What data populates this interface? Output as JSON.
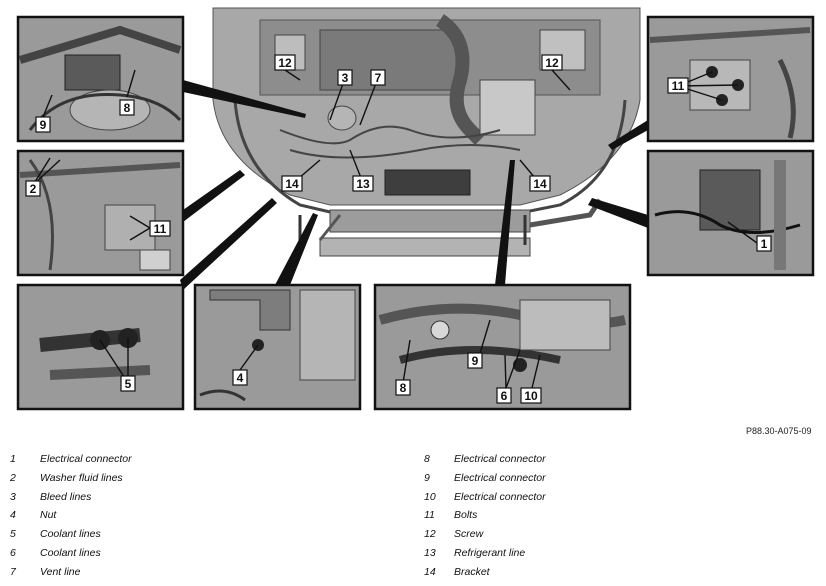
{
  "figure_ref": "P88.30-A075-09",
  "callouts": {
    "panel_tl": [
      "9",
      "8"
    ],
    "main": [
      "12",
      "3",
      "7",
      "12",
      "14",
      "13",
      "14"
    ],
    "panel_tr": [
      "11"
    ],
    "panel_ml": [
      "2",
      "11"
    ],
    "panel_mr": [
      "1"
    ],
    "panel_bl": [
      "5"
    ],
    "panel_bm": [
      "4"
    ],
    "panel_br": [
      "8",
      "9",
      "6",
      "10"
    ]
  },
  "legend": [
    {
      "num": "1",
      "label": "Electrical connector"
    },
    {
      "num": "2",
      "label": "Washer fluid lines"
    },
    {
      "num": "3",
      "label": "Bleed lines"
    },
    {
      "num": "4",
      "label": "Nut"
    },
    {
      "num": "5",
      "label": "Coolant lines"
    },
    {
      "num": "6",
      "label": "Coolant lines"
    },
    {
      "num": "7",
      "label": "Vent line"
    },
    {
      "num": "8",
      "label": "Electrical connector"
    },
    {
      "num": "9",
      "label": "Electrical connector"
    },
    {
      "num": "10",
      "label": "Electrical connector"
    },
    {
      "num": "11",
      "label": "Bolts"
    },
    {
      "num": "12",
      "label": "Screw"
    },
    {
      "num": "13",
      "label": "Refrigerant line"
    },
    {
      "num": "14",
      "label": "Bracket"
    }
  ]
}
